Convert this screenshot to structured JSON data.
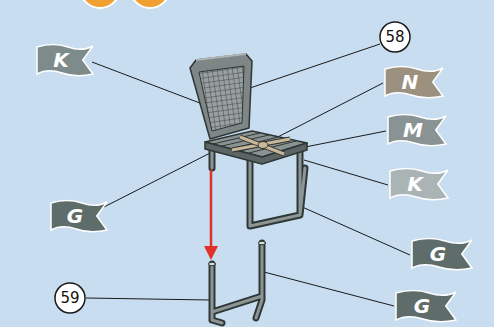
{
  "diagram": {
    "nodes": [
      {
        "text": [
          "58"
        ]
      },
      {
        "text": [
          "K"
        ]
      },
      {
        "text": [
          "N"
        ]
      },
      {
        "text": [
          "M"
        ]
      },
      {
        "text": [
          "K"
        ]
      },
      {
        "text": [
          "G"
        ]
      },
      {
        "text": [
          "G"
        ]
      },
      {
        "text": [
          "59"
        ]
      },
      {
        "text": [
          "G"
        ]
      }
    ]
  }
}
